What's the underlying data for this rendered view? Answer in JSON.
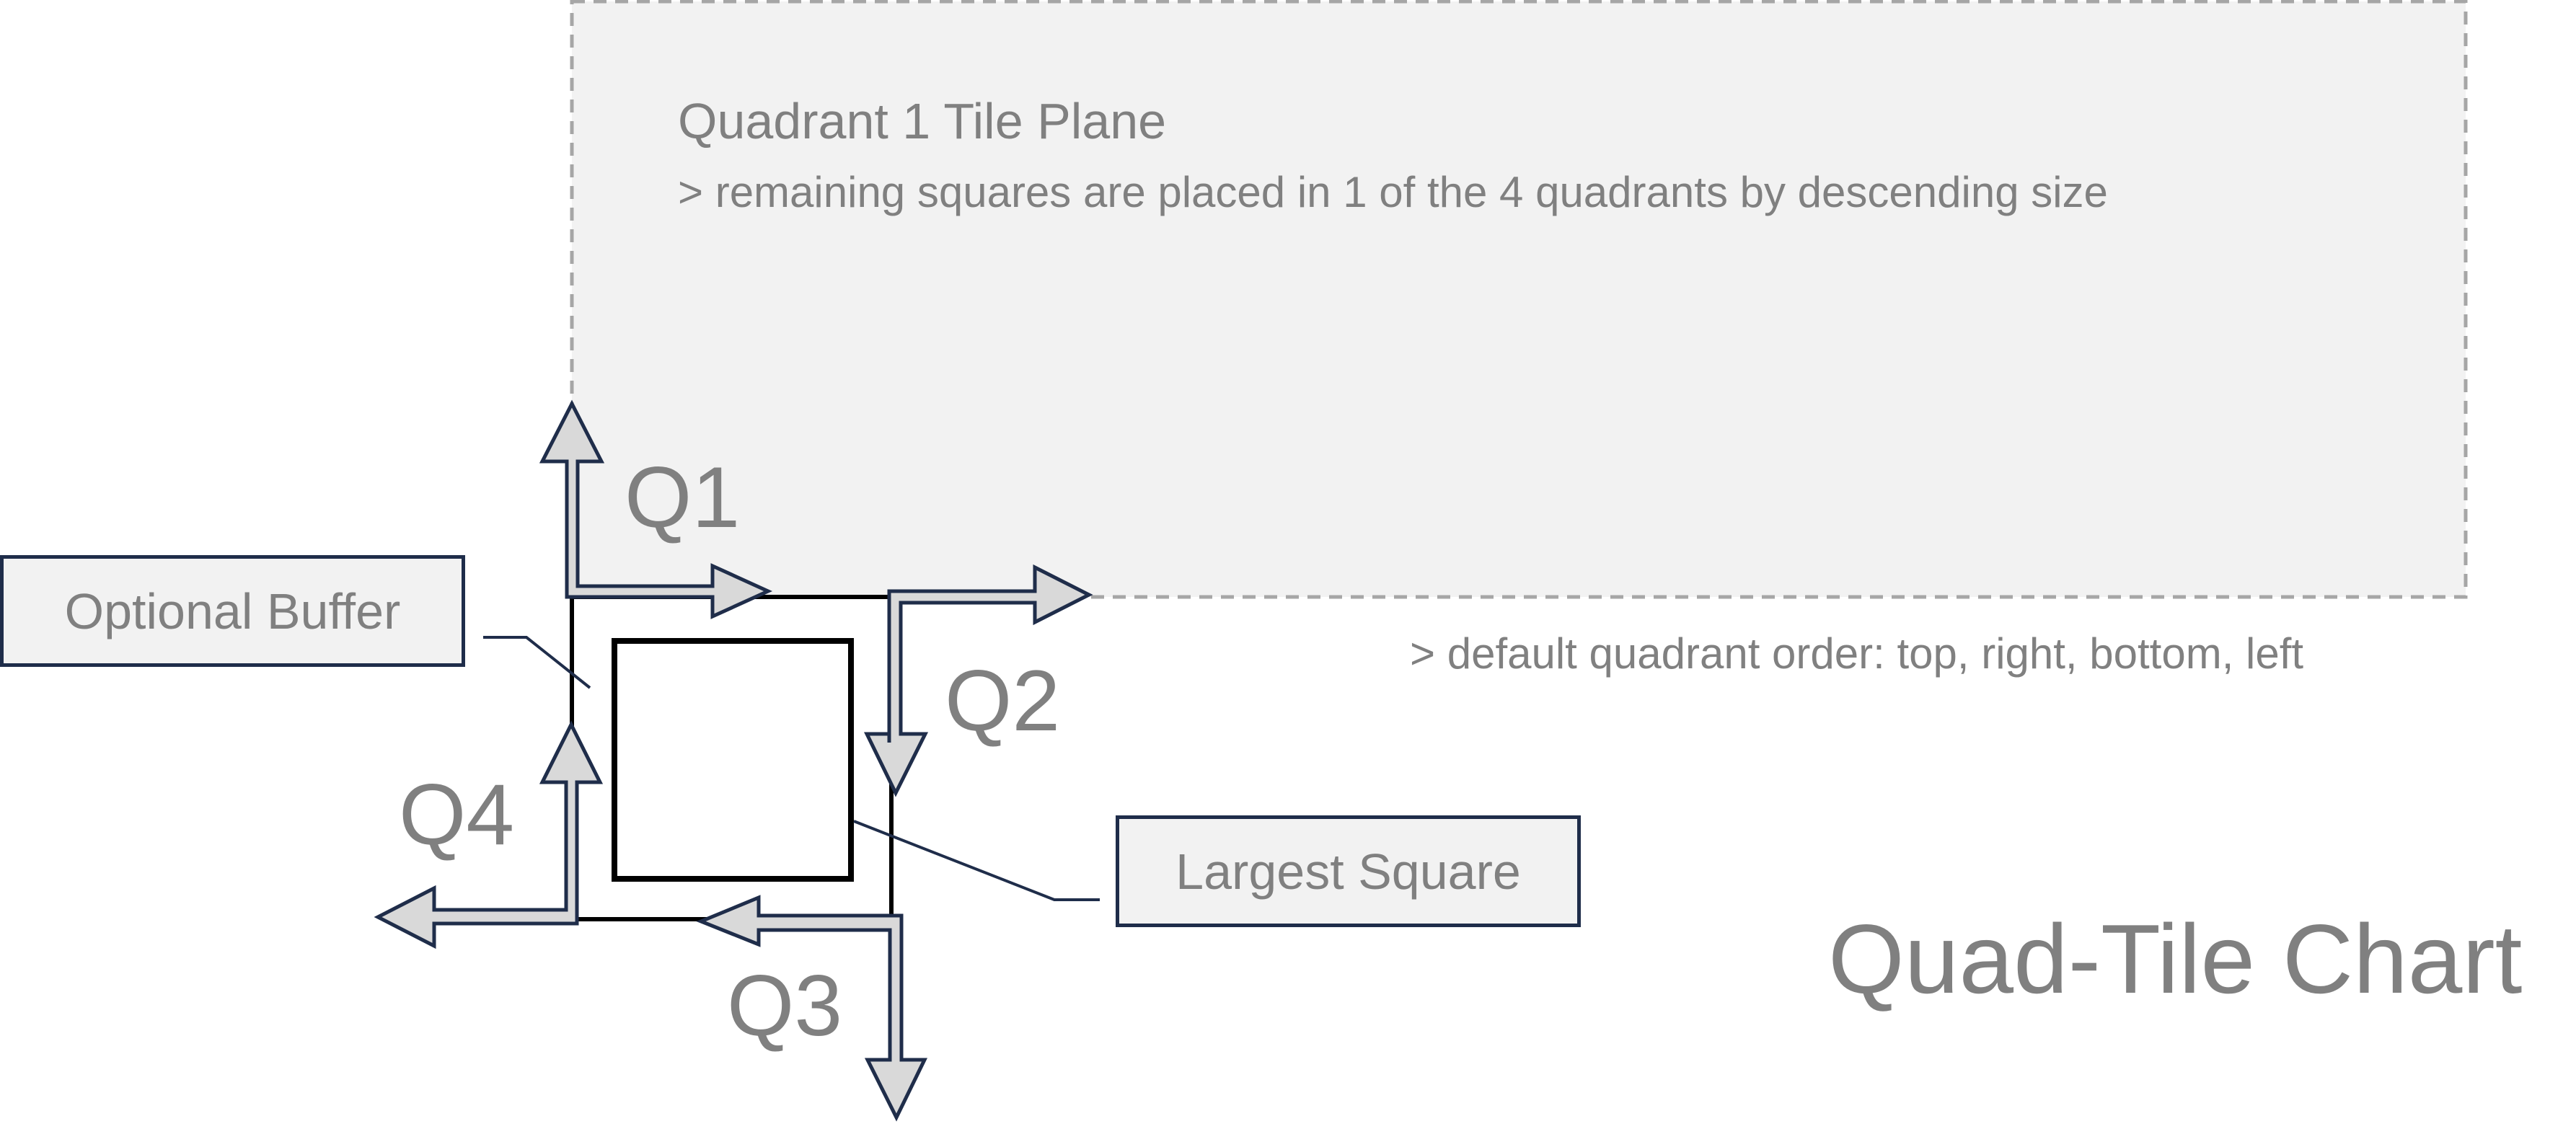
{
  "diagram": {
    "title": "Quad-Tile Chart",
    "tile_plane": {
      "title": "Quadrant 1 Tile Plane",
      "description": "> remaining squares are placed in 1 of the 4 quadrants by descending size"
    },
    "order_note": "> default quadrant order: top, right, bottom, left",
    "quadrants": [
      {
        "id": "Q1",
        "label": "Q1",
        "direction": "top"
      },
      {
        "id": "Q2",
        "label": "Q2",
        "direction": "right"
      },
      {
        "id": "Q3",
        "label": "Q3",
        "direction": "bottom"
      },
      {
        "id": "Q4",
        "label": "Q4",
        "direction": "left"
      }
    ],
    "callouts": {
      "optional_buffer": "Optional Buffer",
      "largest_square": "Largest Square"
    },
    "colors": {
      "plane_fill": "#f2f2f2",
      "plane_border": "#a6a6a6",
      "arrow_fill": "#d9d9d9",
      "arrow_stroke": "#1f2d4a",
      "text": "#808080",
      "square_stroke": "#000000"
    }
  }
}
